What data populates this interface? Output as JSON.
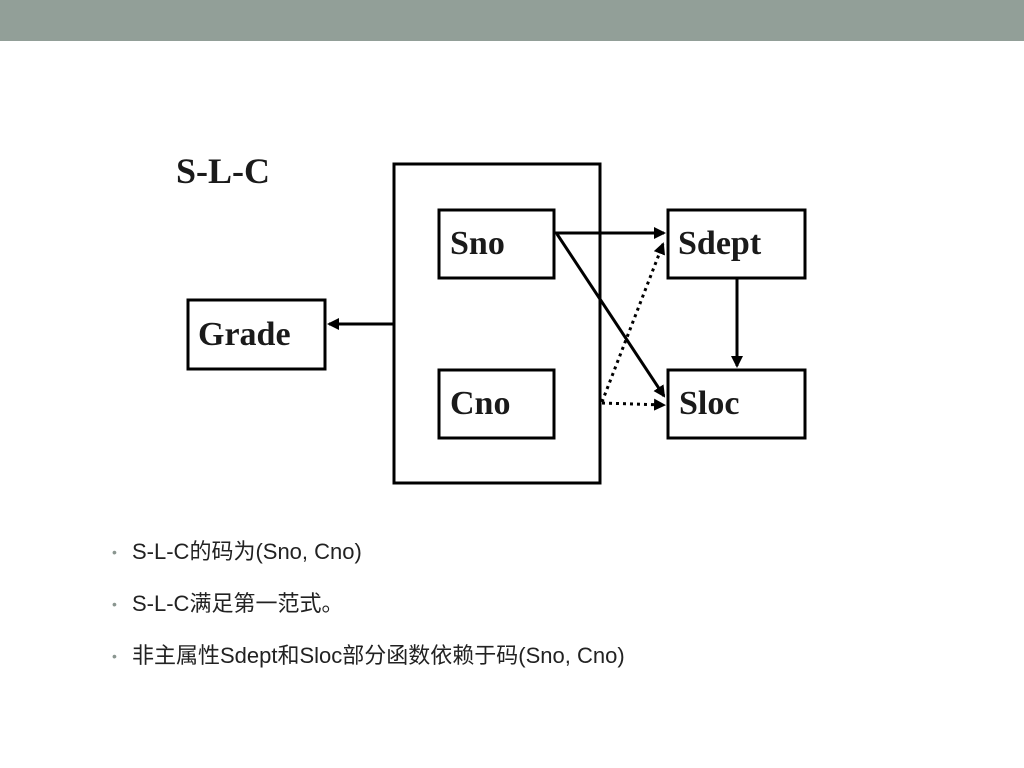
{
  "colors": {
    "top_bar": "#929f98",
    "ink": "#000000"
  },
  "diagram": {
    "title": "S-L-C",
    "nodes": {
      "sno": "Sno",
      "cno": "Cno",
      "sdept": "Sdept",
      "sloc": "Sloc",
      "grade": "Grade"
    },
    "edges": [
      {
        "from": "key-group",
        "to": "Grade",
        "style": "solid"
      },
      {
        "from": "Sno",
        "to": "Sdept",
        "style": "solid"
      },
      {
        "from": "Sno",
        "to": "Sloc",
        "style": "solid"
      },
      {
        "from": "Sdept",
        "to": "Sloc",
        "style": "solid"
      },
      {
        "from": "key-group",
        "to": "Sdept",
        "style": "dotted"
      },
      {
        "from": "key-group",
        "to": "Sloc",
        "style": "dotted"
      }
    ]
  },
  "bullets": [
    "S-L-C的码为(Sno, Cno)",
    "S-L-C满足第一范式。",
    "非主属性Sdept和Sloc部分函数依赖于码(Sno, Cno)"
  ]
}
